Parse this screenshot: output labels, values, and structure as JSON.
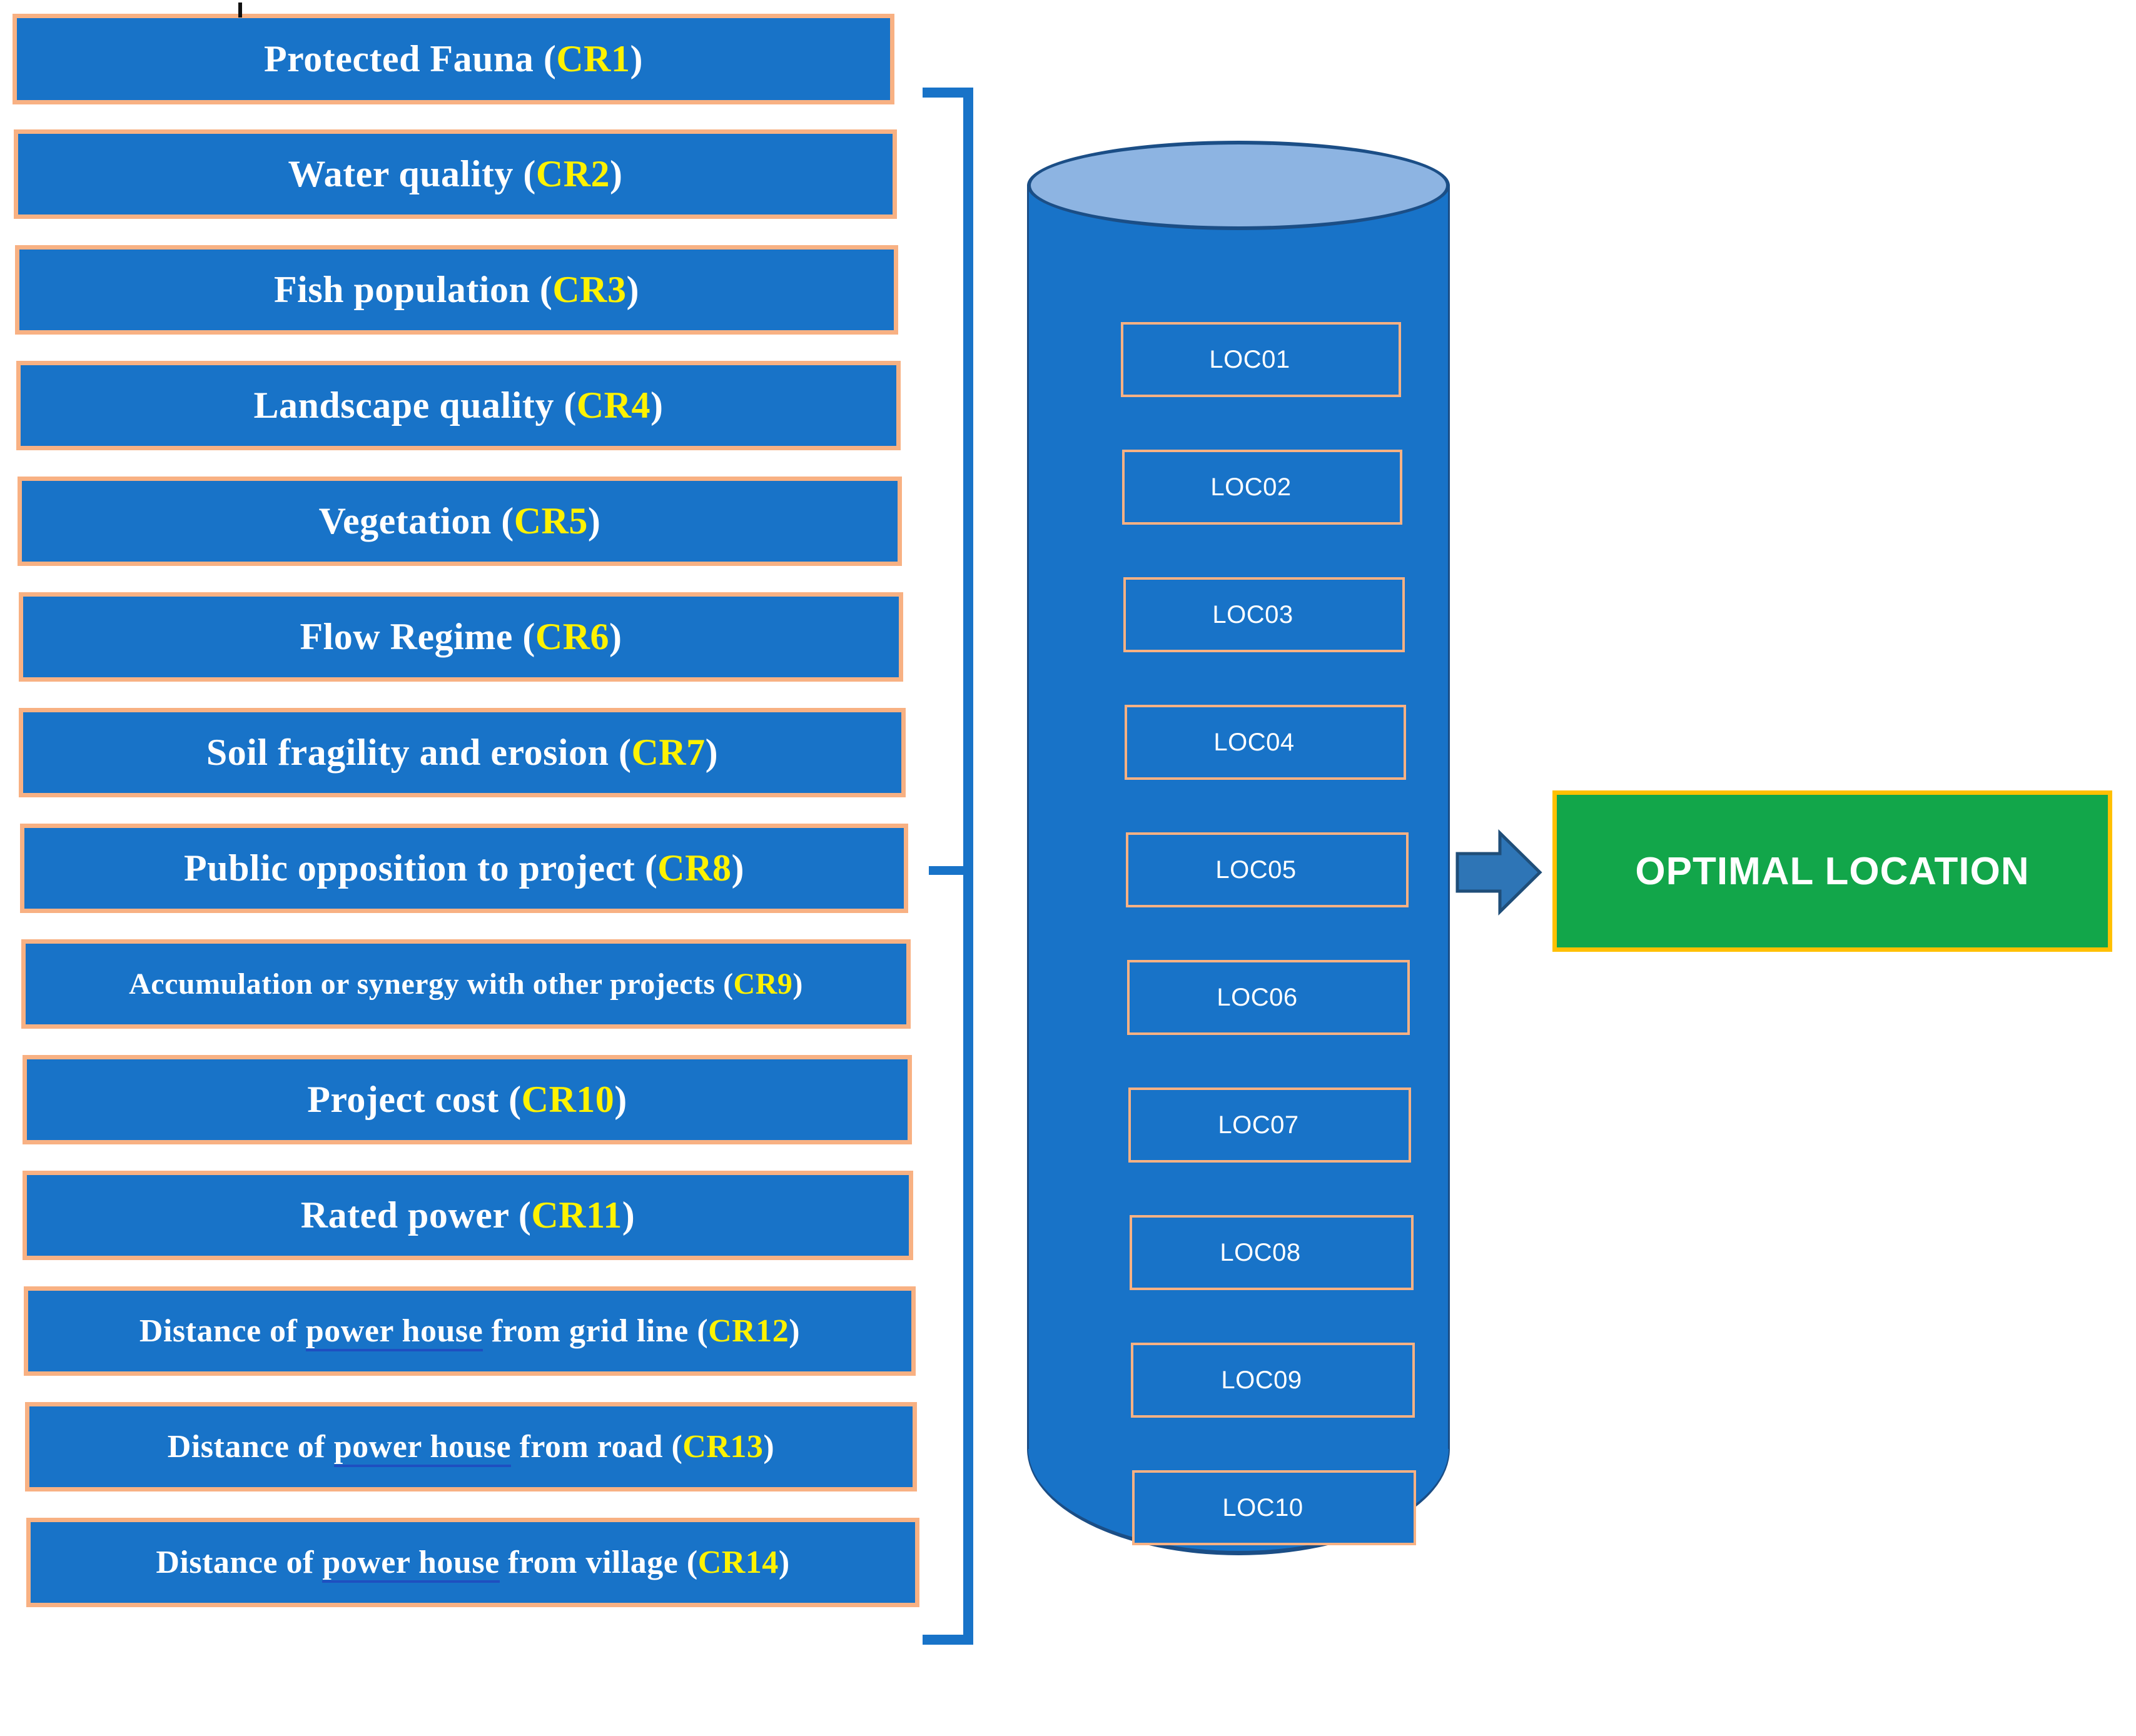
{
  "diagram": {
    "title": "Criteria to optimal location selection flow",
    "colors": {
      "box_fill": "#1873C8",
      "box_border": "#F8B183",
      "criterion_label": "#FFF200",
      "cylinder_top": "#8DB4E2",
      "cylinder_outline": "#1B4E86",
      "result_fill": "#12A64A",
      "result_border": "#FFC000",
      "arrow": "#2E75B6",
      "text": "#FFFFFF"
    },
    "criteria": [
      {
        "text": "Protected Fauna ",
        "code": "CR1"
      },
      {
        "text": "Water quality ",
        "code": "CR2"
      },
      {
        "text": "Fish population ",
        "code": "CR3"
      },
      {
        "text": "Landscape quality ",
        "code": "CR4"
      },
      {
        "text": "Vegetation ",
        "code": "CR5"
      },
      {
        "text": "Flow Regime ",
        "code": "CR6"
      },
      {
        "text": "Soil fragility and erosion ",
        "code": "CR7"
      },
      {
        "text": "Public opposition to project ",
        "code": "CR8"
      },
      {
        "text": "Accumulation or synergy with other projects ",
        "code": "CR9"
      },
      {
        "text": "Project cost ",
        "code": "CR10"
      },
      {
        "text": "Rated power ",
        "code": "CR11"
      },
      {
        "text": "Distance of power house from grid line ",
        "code": "CR12",
        "underline": "power house"
      },
      {
        "text": "Distance of power house from road ",
        "code": "CR13",
        "underline": "power house"
      },
      {
        "text": "Distance of power house from village ",
        "code": "CR14",
        "underline": "power house"
      }
    ],
    "locations": [
      "LOC01",
      "LOC02",
      "LOC03",
      "LOC04",
      "LOC05",
      "LOC06",
      "LOC07",
      "LOC08",
      "LOC09",
      "LOC10"
    ],
    "result": {
      "label": "OPTIMAL LOCATION"
    }
  }
}
